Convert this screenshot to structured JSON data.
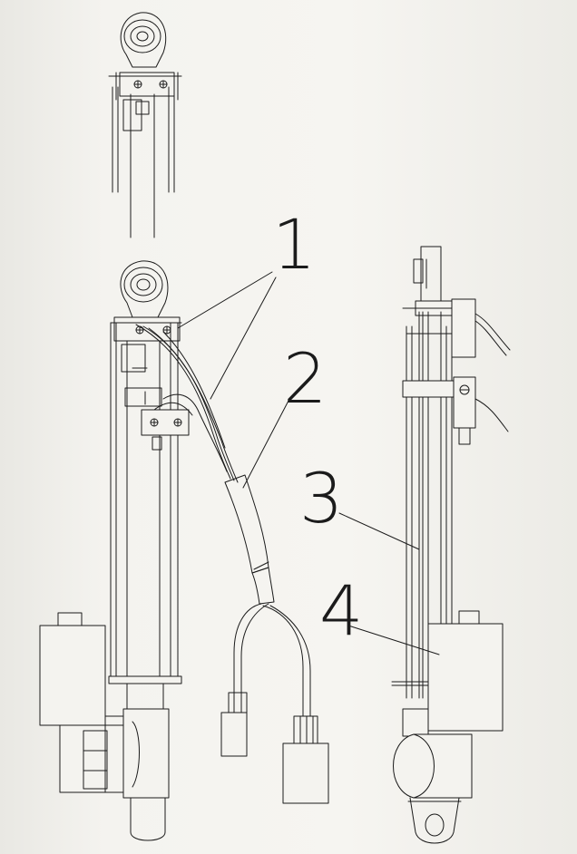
{
  "diagram": {
    "callouts": [
      {
        "id": "callout-1",
        "text": "1"
      },
      {
        "id": "callout-2",
        "text": "2"
      },
      {
        "id": "callout-3",
        "text": "3"
      },
      {
        "id": "callout-4",
        "text": "4"
      }
    ]
  }
}
